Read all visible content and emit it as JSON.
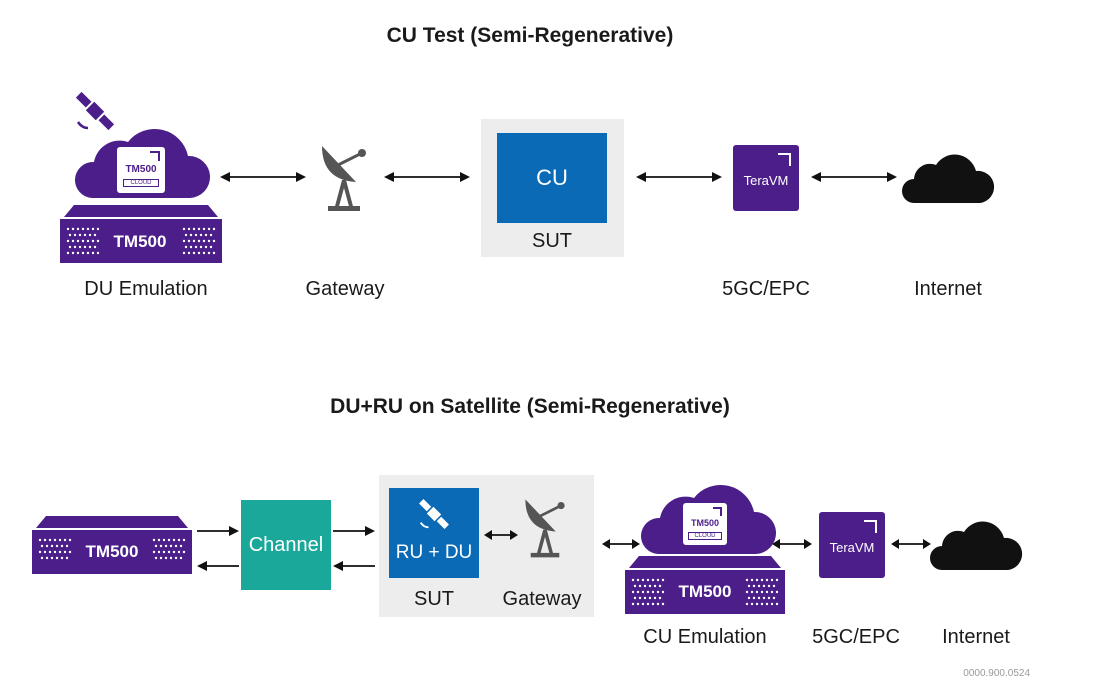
{
  "top": {
    "title": "CU Test (Semi-Regenerative)",
    "du_label": "DU Emulation",
    "gateway_label": "Gateway",
    "cu_box": "CU",
    "sut_label": "SUT",
    "core_label": "5GC/EPC",
    "internet_label": "Internet",
    "tm500_text": "TM500",
    "cloud_card_text": "TM500",
    "cloud_card_sub": "CLOUD",
    "teravm_text": "TeraVM"
  },
  "bottom": {
    "title": "DU+RU on Satellite (Semi-Regenerative)",
    "tm500_text": "TM500",
    "channel": "Channel",
    "rudu_box": "RU + DU",
    "sut_label": "SUT",
    "gateway_label": "Gateway",
    "cu_label": "CU Emulation",
    "core_label": "5GC/EPC",
    "internet_label": "Internet",
    "cu_tm500_text": "TM500",
    "cloud_card_text": "TM500",
    "cloud_card_sub": "CLOUD",
    "teravm_text": "TeraVM"
  },
  "doc_code": "0000.900.0524",
  "colors": {
    "purple": "#4b1e8a",
    "blue": "#0a6ab6",
    "teal": "#1aa89a",
    "gray": "#555555",
    "sut_bg": "#ededed"
  },
  "icons": [
    "satellite-icon",
    "cloud-icon",
    "satellite-dish-icon",
    "arrow-bidirectional-icon",
    "internet-cloud-icon",
    "teravm-logo",
    "tm500-hardware-icon"
  ]
}
